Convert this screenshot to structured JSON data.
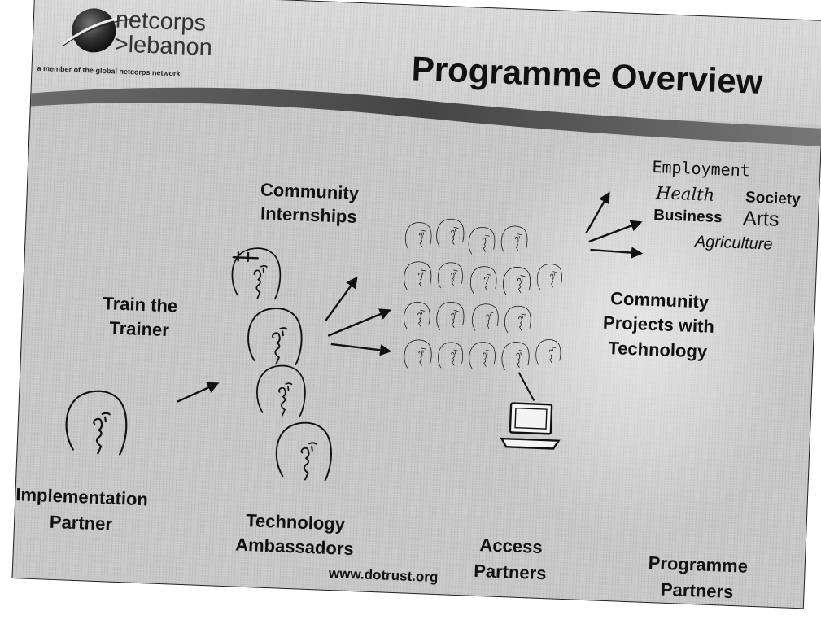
{
  "logo": {
    "line1": "netcorps",
    "line2": ">lebanon",
    "tagline": "a member of the global netcorps network"
  },
  "title": "Programme Overview",
  "labels": {
    "community_internships": "Community Internships",
    "train_the_trainer": "Train the Trainer",
    "community_projects": "Community Projects with Technology"
  },
  "sectors": {
    "employment": "Employment",
    "health": "Health",
    "society": "Society",
    "business": "Business",
    "arts": "Arts",
    "agriculture": "Agriculture"
  },
  "partners": {
    "implementation": "Implementation Partner",
    "technology": "Technology Ambassadors",
    "access": "Access Partners",
    "programme": "Programme Partners"
  },
  "footer_url": "www.dotrust.org",
  "icons": [
    "netcorps-globe-icon",
    "person-head-icon",
    "person-with-glasses-icon",
    "laptop-icon",
    "arrow-icon"
  ]
}
